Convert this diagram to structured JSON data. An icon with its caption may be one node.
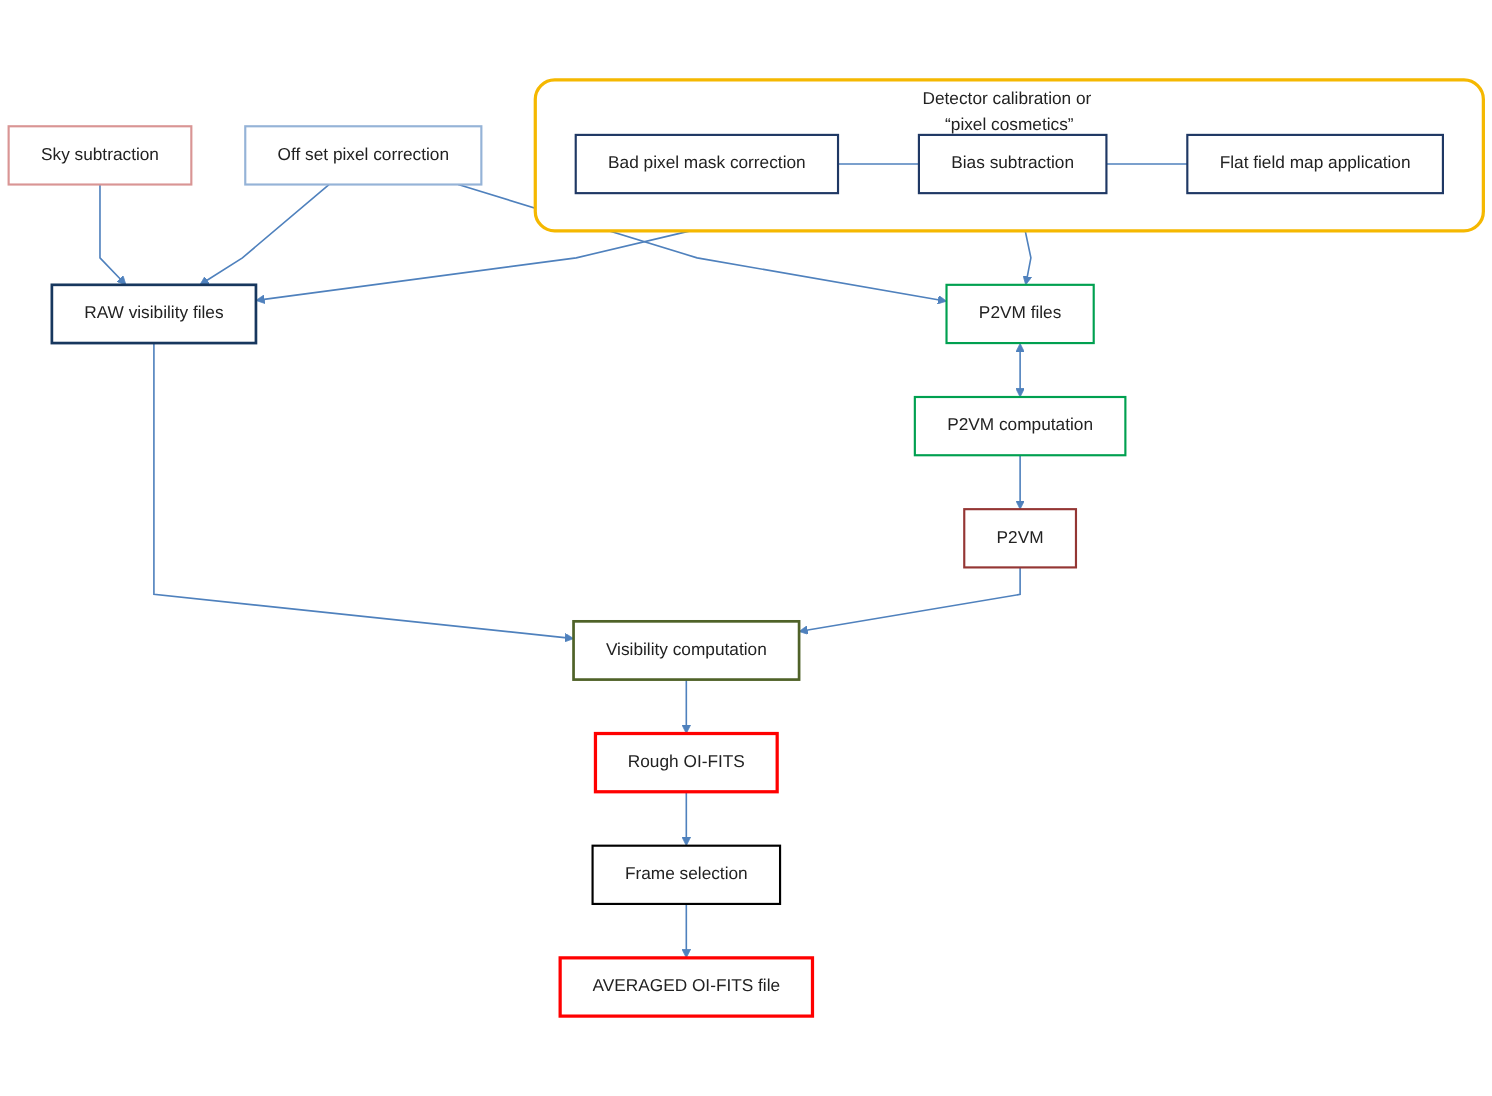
{
  "diagram": {
    "nodes": [
      {
        "text": [
          "Detector calibration or “pixel cosmetics”"
        ]
      },
      {
        "text": [
          "Bad pixel mask correction"
        ],
        "in": 0
      },
      {
        "text": [
          "Bias subtraction"
        ],
        "in": 0
      },
      {
        "text": [
          "Flat field map application"
        ],
        "in": 0
      },
      {
        "text": [
          "P2VM files"
        ]
      },
      {
        "text": [
          "Sky subtraction"
        ]
      },
      {
        "text": [
          "RAW visibility files"
        ]
      },
      {
        "text": [
          "Off set pixel correction"
        ]
      },
      {
        "text": [
          "P2VM computation"
        ]
      },
      {
        "text": [
          "Visibility computation"
        ]
      },
      {
        "text": [
          "P2VM"
        ]
      },
      {
        "text": [
          "Frame selection"
        ]
      },
      {
        "text": [
          "Rough OI-FITS"
        ]
      },
      {
        "text": [
          "AVERAGED OI-FITS file"
        ]
      }
    ],
    "edges": [
      {
        "from": 1,
        "to": 2,
        "arrow": "none"
      },
      {
        "from": 2,
        "to": 3,
        "arrow": "none"
      },
      {
        "from": 0,
        "to": 4,
        "arrow": "to"
      },
      {
        "from": 7,
        "to": 4,
        "arrow": "to"
      },
      {
        "from": 4,
        "to": 8,
        "arrow": "both"
      },
      {
        "from": 0,
        "to": 6,
        "arrow": "to"
      },
      {
        "from": 5,
        "to": 6,
        "arrow": "to"
      },
      {
        "from": 7,
        "to": 6,
        "arrow": "to"
      },
      {
        "from": 6,
        "to": 9,
        "arrow": "to"
      },
      {
        "from": 8,
        "to": 10,
        "arrow": "to"
      },
      {
        "from": 10,
        "to": 9,
        "arrow": "to"
      },
      {
        "from": 9,
        "to": 12,
        "arrow": "to"
      },
      {
        "from": 12,
        "to": 11,
        "arrow": "to"
      },
      {
        "from": 11,
        "to": 13,
        "arrow": "to"
      }
    ]
  }
}
